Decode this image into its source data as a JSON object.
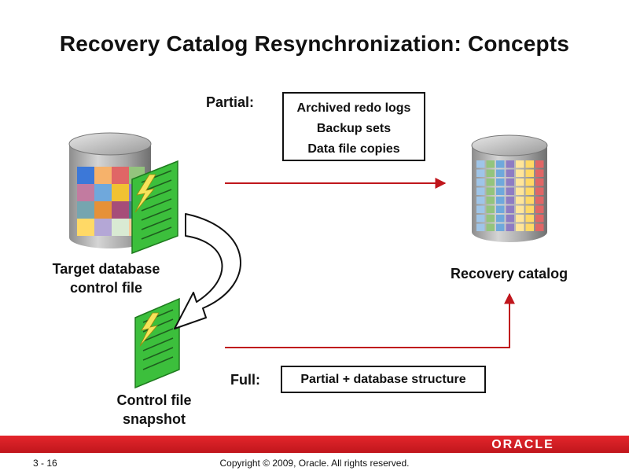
{
  "title": "Recovery Catalog Resynchronization: Concepts",
  "partial": {
    "label": "Partial:",
    "items": [
      "Archived redo logs",
      "Backup sets",
      "Data file copies"
    ]
  },
  "full": {
    "label": "Full:",
    "box": "Partial + database structure"
  },
  "target": {
    "line1": "Target database",
    "line2": "control file"
  },
  "catalog": {
    "label": "Recovery catalog"
  },
  "snapshot": {
    "line1": "Control file",
    "line2": "snapshot"
  },
  "footer": {
    "slide_number": "3 - 16",
    "copyright": "Copyright © 2009, Oracle. All rights reserved.",
    "brand": "ORACLE"
  },
  "colors": {
    "arrow": "#c0161c",
    "brand_red": "#e4262c",
    "document_green": "#3cbf3c"
  }
}
